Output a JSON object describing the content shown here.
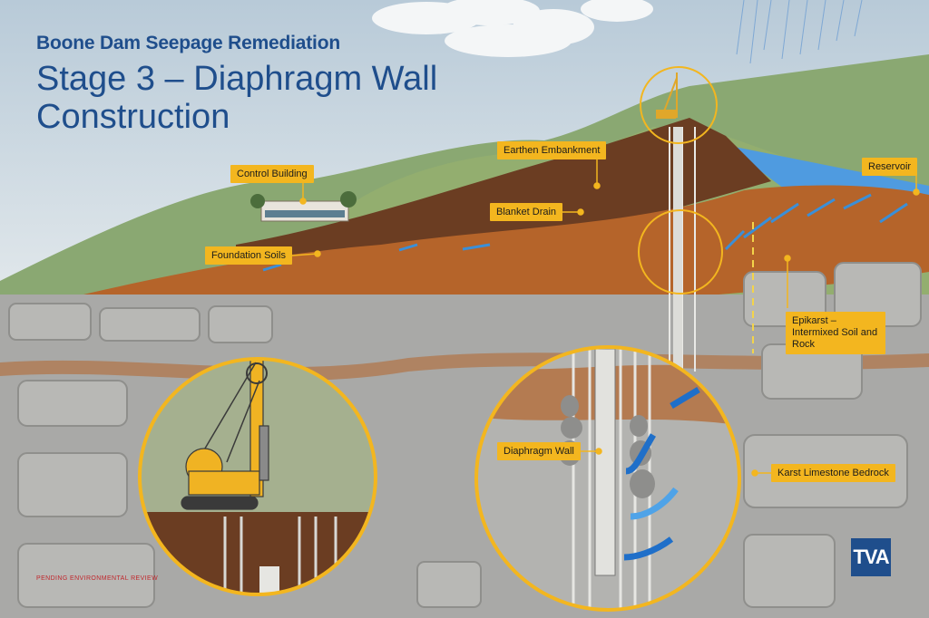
{
  "title": {
    "subtitle": "Boone Dam Seepage Remediation",
    "main": "Stage 3 – Diaphragm Wall Construction"
  },
  "callouts": {
    "earthen_embankment": "Earthen Embankment",
    "control_building": "Control Building",
    "blanket_drain": "Blanket Drain",
    "reservoir": "Reservoir",
    "foundation_soils": "Foundation Soils",
    "epikarst": "Epikarst – Intermixed Soil and Rock",
    "diaphragm_wall": "Diaphragm Wall",
    "karst_bedrock": "Karst Limestone Bedrock"
  },
  "footer": {
    "pending": "PENDING ENVIRONMENTAL REVIEW",
    "logo": "TVA"
  },
  "colors": {
    "title_blue": "#1f4e8c",
    "callout_yellow": "#f3b61f",
    "rock_gray": "#a9a9a7",
    "soil_orange": "#b5642a",
    "embankment_brown": "#6b3d22",
    "hill_green": "#7c9a5e",
    "water_blue": "#3a8fd8",
    "pending_red": "#c0272d"
  }
}
